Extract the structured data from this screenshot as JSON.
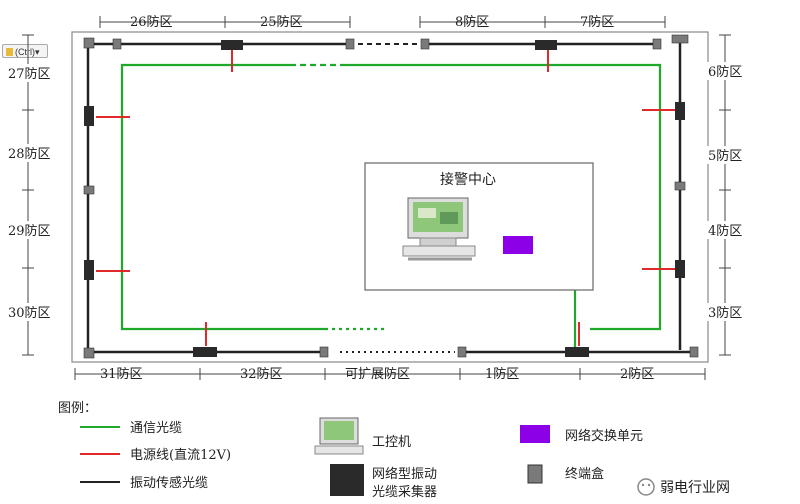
{
  "zones": {
    "z26": "26防区",
    "z25": "25防区",
    "z8": "8防区",
    "z7": "7防区",
    "z27": "27防区",
    "z28": "28防区",
    "z29": "29防区",
    "z30": "30防区",
    "z6": "6防区",
    "z5": "5防区",
    "z4": "4防区",
    "z3": "3防区",
    "z31": "31防区",
    "z32": "32防区",
    "zext": "可扩展防区",
    "z1": "1防区",
    "z2": "2防区"
  },
  "center": {
    "title": "接警中心"
  },
  "ctrl_tag": "(Ctrl)",
  "legend": {
    "title": "图例：",
    "comm": "通信光缆",
    "power": "电源线(直流12V)",
    "sensor": "振动传感光缆",
    "ipc": "工控机",
    "collector_line1": "网络型振动",
    "collector_line2": "光缆采集器",
    "switch": "网络交换单元",
    "terminal": "终端盒"
  },
  "watermark": "弱电行业网",
  "colors": {
    "comm_green": "#1fa82a",
    "power_red": "#e02a2a",
    "sensor_black": "#222222",
    "switch_purple": "#8b00e6"
  }
}
